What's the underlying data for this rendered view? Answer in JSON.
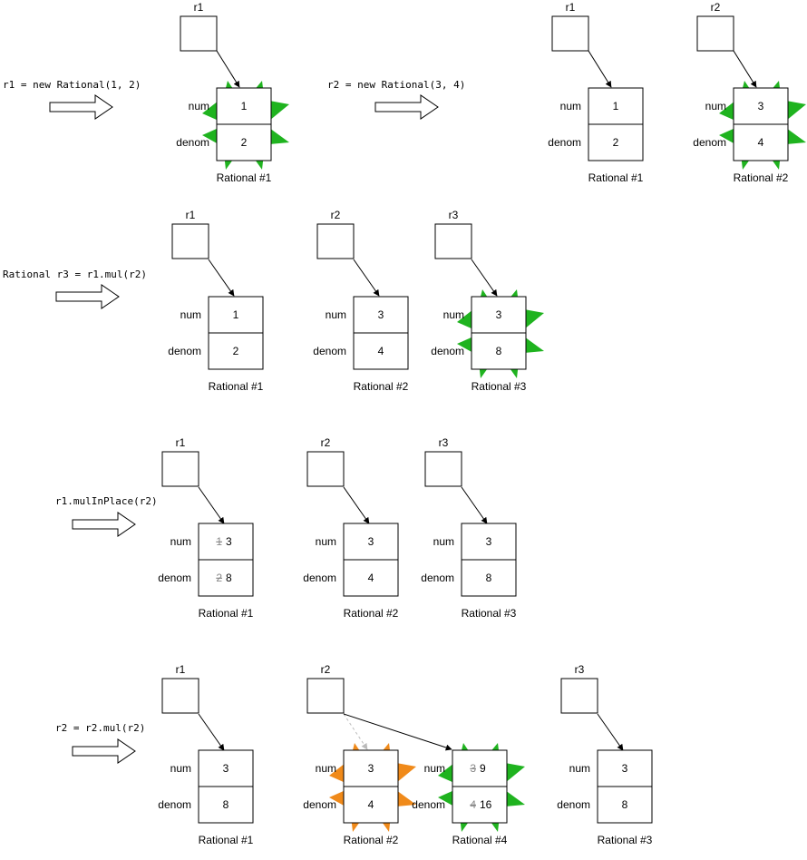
{
  "colors": {
    "new_highlight": "#1fb31f",
    "garbage_highlight": "#f08a1a"
  },
  "field_labels": {
    "num": "num",
    "denom": "denom"
  },
  "step1": {
    "code": "r1 = new Rational(1, 2)",
    "r1": "r1",
    "obj1": {
      "num": "1",
      "denom": "2",
      "caption": "Rational #1"
    }
  },
  "step2": {
    "code": "r2 = new Rational(3, 4)",
    "r1": "r1",
    "r2": "r2",
    "obj1": {
      "num": "1",
      "denom": "2",
      "caption": "Rational #1"
    },
    "obj2": {
      "num": "3",
      "denom": "4",
      "caption": "Rational #2"
    }
  },
  "step3": {
    "code": "Rational r3 = r1.mul(r2)",
    "r1": "r1",
    "r2": "r2",
    "r3": "r3",
    "obj1": {
      "num": "1",
      "denom": "2",
      "caption": "Rational #1"
    },
    "obj2": {
      "num": "3",
      "denom": "4",
      "caption": "Rational #2"
    },
    "obj3": {
      "num": "3",
      "denom": "8",
      "caption": "Rational #3"
    }
  },
  "step4": {
    "code": "r1.mulInPlace(r2)",
    "r1": "r1",
    "r2": "r2",
    "r3": "r3",
    "obj1": {
      "num_old": "1",
      "num": "3",
      "denom_old": "2",
      "denom": "8",
      "caption": "Rational #1"
    },
    "obj2": {
      "num": "3",
      "denom": "4",
      "caption": "Rational #2"
    },
    "obj3": {
      "num": "3",
      "denom": "8",
      "caption": "Rational #3"
    }
  },
  "step5": {
    "code": "r2 = r2.mul(r2)",
    "r1": "r1",
    "r2": "r2",
    "r3": "r3",
    "obj1": {
      "num": "3",
      "denom": "8",
      "caption": "Rational #1"
    },
    "obj2": {
      "num": "3",
      "denom": "4",
      "caption": "Rational #2"
    },
    "obj4": {
      "num_old": "3",
      "num": "9",
      "denom_old": "4",
      "denom": "16",
      "caption": "Rational #4"
    },
    "obj3": {
      "num": "3",
      "denom": "8",
      "caption": "Rational #3"
    }
  }
}
